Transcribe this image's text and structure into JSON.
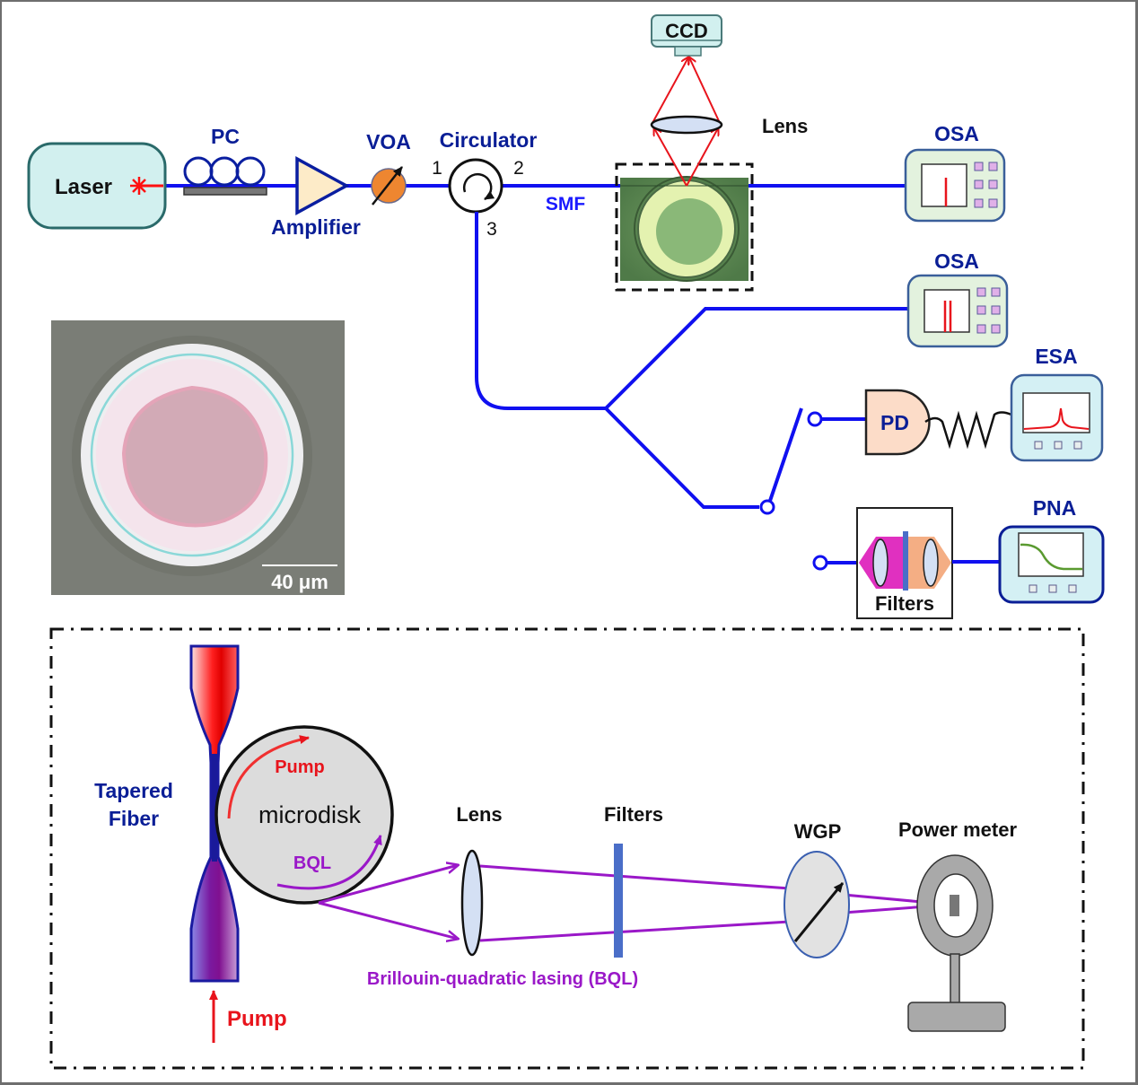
{
  "top_setup": {
    "laser": {
      "label": "Laser"
    },
    "polarization_controller": {
      "label": "PC"
    },
    "amplifier": {
      "label": "Amplifier"
    },
    "voa": {
      "label": "VOA"
    },
    "circulator": {
      "label": "Circulator",
      "ports": [
        "1",
        "2",
        "3"
      ]
    },
    "smf": {
      "label": "SMF"
    },
    "ccd": {
      "label": "CCD"
    },
    "imaging_lens": {
      "label": "Lens"
    },
    "osa_1": {
      "label": "OSA",
      "spectrum_lines": 1
    },
    "osa_2": {
      "label": "OSA",
      "spectrum_lines": 2
    },
    "esa": {
      "label": "ESA"
    },
    "photodetector": {
      "label": "PD"
    },
    "pna": {
      "label": "PNA"
    },
    "filters_box": {
      "label": "Filters"
    }
  },
  "micrograph": {
    "scale_bar_label": "40 μm"
  },
  "bottom_schematic": {
    "tapered_fiber_label": [
      "Tapered",
      "Fiber"
    ],
    "microdisk_label": "microdisk",
    "pump_inner_label": "Pump",
    "bql_inner_label": "BQL",
    "pump_input_label": "Pump",
    "lens_label": "Lens",
    "filters_label": "Filters",
    "wgp_label": "WGP",
    "power_meter_label": "Power meter",
    "bql_caption": "Brillouin-quadratic lasing (BQL)"
  },
  "colors": {
    "fiber": "#1010f0",
    "label_blue": "#0a1e96",
    "pump_red": "#e8141c",
    "bql_purple": "#9a18c8",
    "instrument_fill": "#e3f2de",
    "instrument_border": "#3a5f9a"
  }
}
